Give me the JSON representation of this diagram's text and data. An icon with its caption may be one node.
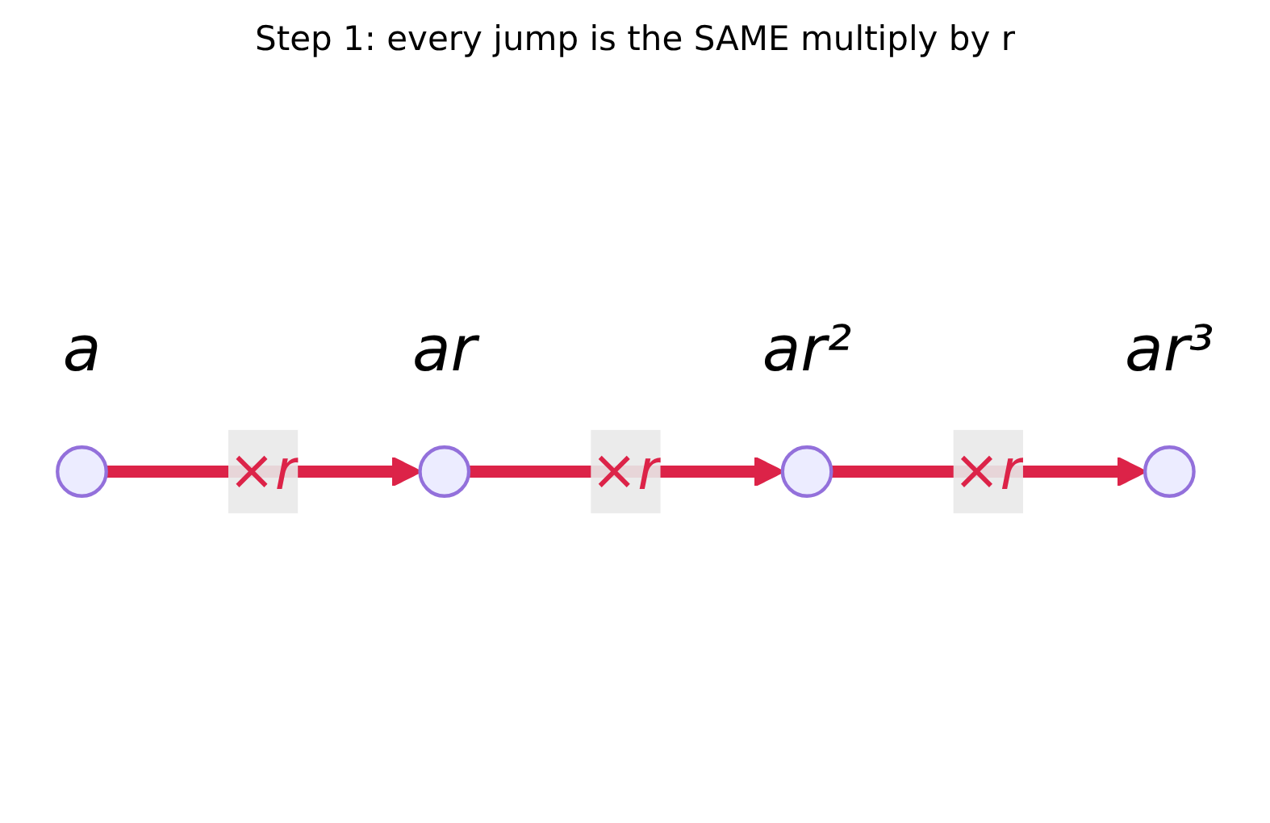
{
  "diagram": {
    "title": "Step 1: every jump is the SAME multiply by r",
    "nodes": [
      {
        "text": [],
        "shape": "circle",
        "beside": [
          "a"
        ]
      },
      {
        "text": [],
        "shape": "circle",
        "beside": [
          "ar"
        ]
      },
      {
        "text": [],
        "shape": "circle",
        "beside": [
          "ar²"
        ]
      },
      {
        "text": [],
        "shape": "circle",
        "beside": [
          "ar³"
        ]
      }
    ],
    "edges": [
      {
        "from": 0,
        "to": 1,
        "arrow": "to",
        "label": "×r"
      },
      {
        "from": 1,
        "to": 2,
        "arrow": "to",
        "label": "×r"
      },
      {
        "from": 2,
        "to": 3,
        "arrow": "to",
        "label": "×r"
      }
    ]
  }
}
